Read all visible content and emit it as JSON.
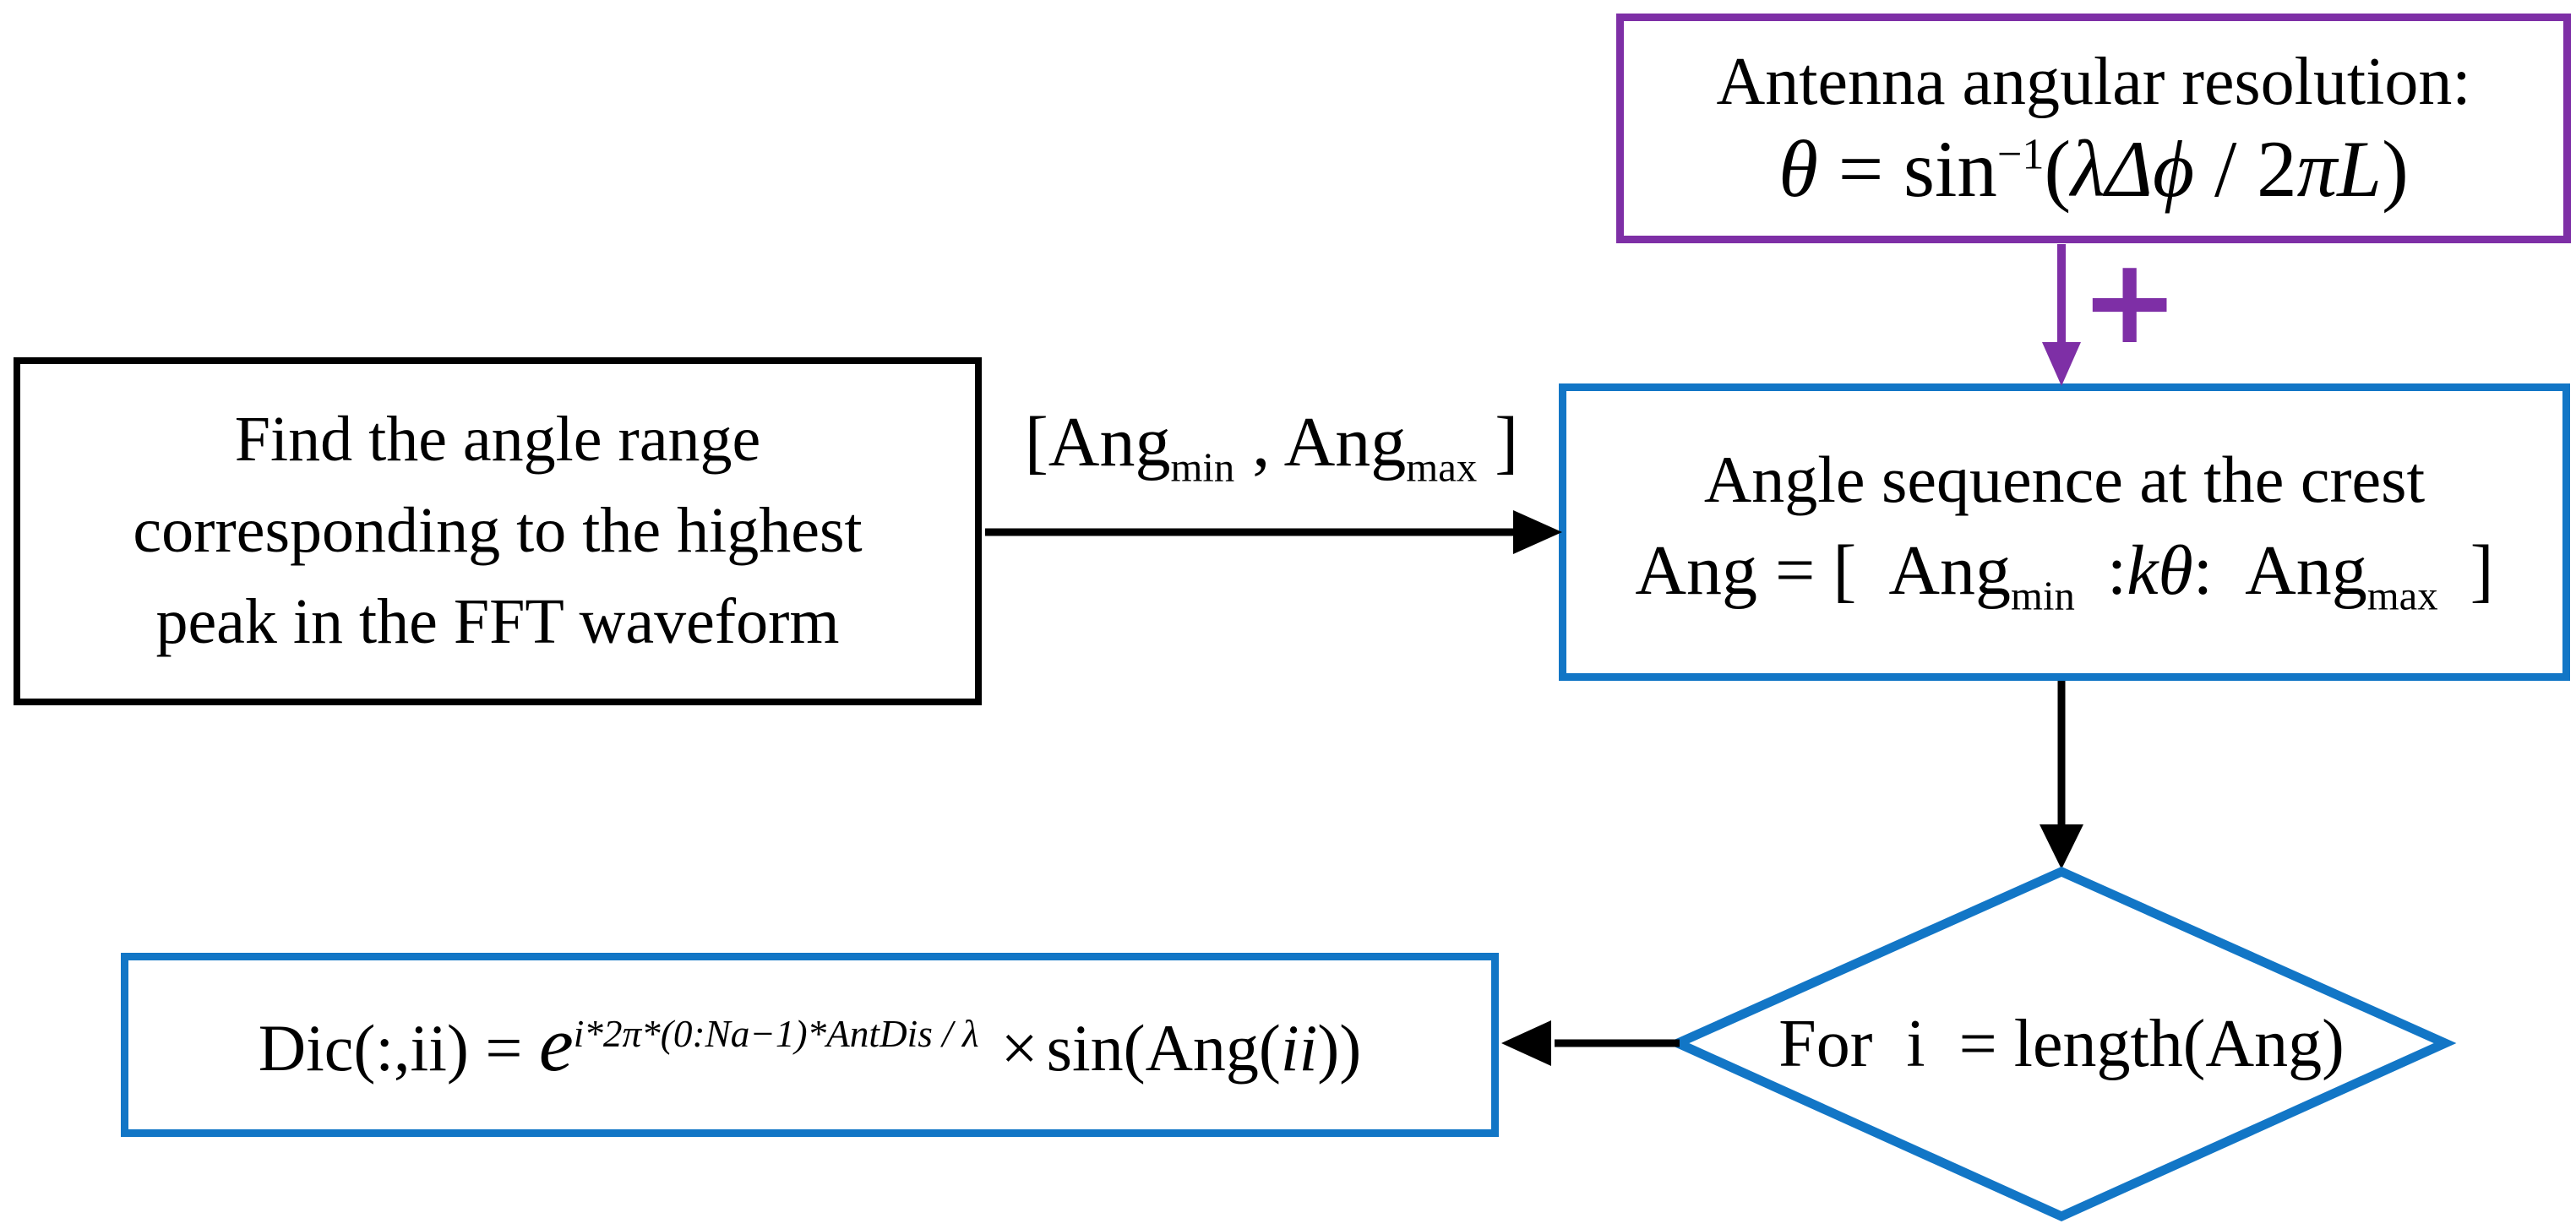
{
  "colors": {
    "purple": "#7E2FA6",
    "blue": "#1276C6",
    "black": "#000000",
    "background": "#FFFFFF"
  },
  "resolution_box": {
    "title": "Antenna angular resolution:",
    "formula": {
      "theta": "θ",
      "equals": " = ",
      "sin": "sin",
      "exponent": "−1",
      "lparen": "(",
      "arg1": "λΔϕ",
      "slash": " / ",
      "coeff": "2",
      "arg2": "πL",
      "rparen": ")"
    }
  },
  "plus_sign": "+",
  "find_box": {
    "lines": [
      "Find the angle range",
      "corresponding to the highest",
      "peak in the FFT waveform"
    ]
  },
  "range_label": {
    "open": "[Ang",
    "sub_min": "min",
    "comma": " , ",
    "ang": "Ang",
    "sub_max": "max",
    "close": " ]"
  },
  "sequence_box": {
    "title": "Angle sequence at the crest",
    "formula": {
      "lhs": "Ang = [",
      "ang1": "Ang",
      "sub_min": "min",
      "colon1": ":",
      "ktheta": "kθ",
      "colon2": ":",
      "ang2": "Ang",
      "sub_max": "max",
      "close": "]"
    }
  },
  "loop_diamond": {
    "label": "For  i  = length(Ang)"
  },
  "dic_box": {
    "lhs": "Dic(:,ii) = ",
    "base": "e",
    "exponent": "i*2π*(0:Na−1)*AntDis / λ",
    "times": "×",
    "sin_open": "sin(Ang(",
    "index": "ii",
    "close": "))"
  }
}
